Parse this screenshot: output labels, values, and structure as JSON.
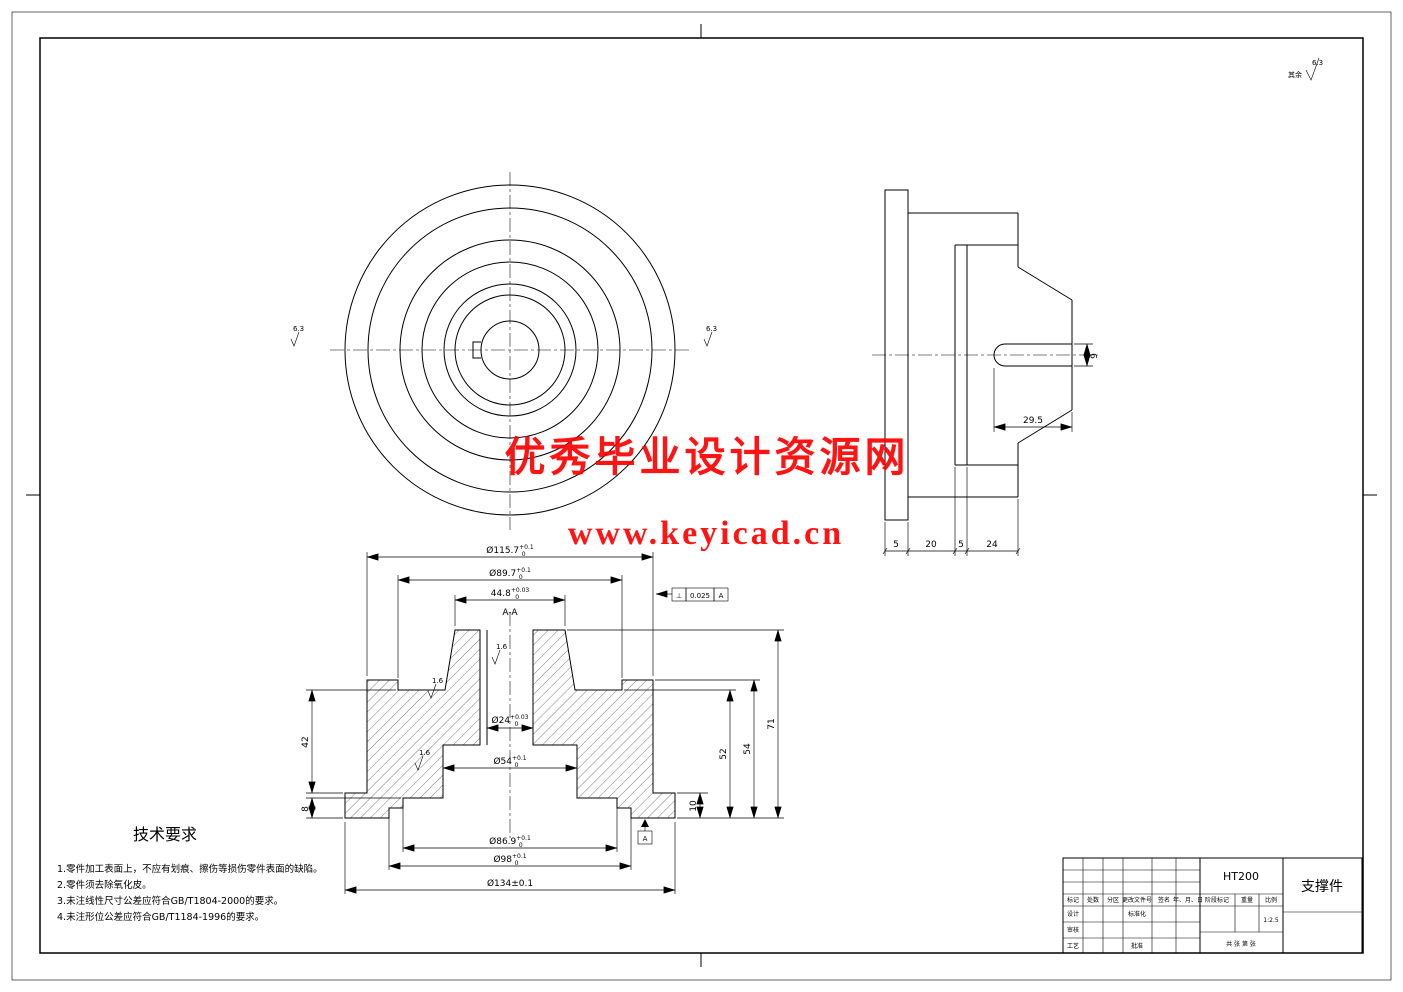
{
  "watermark": {
    "line1": "优秀毕业设计资源网",
    "line2": "www.keyicad.cn",
    "color": "#ff0000"
  },
  "surface_note": {
    "rest_label": "其余",
    "value": "6.3"
  },
  "front_view": {
    "axis_finish": "6.3"
  },
  "side_view": {
    "dims": {
      "seg1": "5",
      "seg2": "20",
      "seg3": "5",
      "seg4": "24",
      "slot_length": "29.5",
      "slot_width": "9"
    }
  },
  "section_view": {
    "label": "A-A",
    "gdt": {
      "symbol": "⊥",
      "tolerance": "0.025",
      "datum": "A"
    },
    "datum_label": "A",
    "finish_value": "1.6",
    "dims": {
      "d1157": {
        "main": "Ø115.7",
        "sup": "+0.1",
        "sub": "0"
      },
      "d897": {
        "main": "Ø89.7",
        "sup": "+0.1",
        "sub": "0"
      },
      "d448": {
        "main": "44.8",
        "sup": "+0.03",
        "sub": "0"
      },
      "d24": {
        "main": "Ø24",
        "sup": "+0.03",
        "sub": "0"
      },
      "d54": {
        "main": "Ø54",
        "sup": "+0.1",
        "sub": "0"
      },
      "d869": {
        "main": "Ø86.9",
        "sup": "+0.1",
        "sub": "0"
      },
      "d98": {
        "main": "Ø98",
        "sup": "+0.1",
        "sub": "0"
      },
      "d134": {
        "main": "Ø134±0.1"
      },
      "v42": "42",
      "v8": "8",
      "v52": "52",
      "v54": "54",
      "v71": "71",
      "v10": "10"
    }
  },
  "tech_requirements": {
    "title": "技术要求",
    "items": [
      "1.零件加工表面上，不应有划痕、擦伤等损伤零件表面的缺陷。",
      "2.零件须去除氧化皮。",
      "3.未注线性尺寸公差应符合GB/T1804-2000的要求。",
      "4.未注形位公差应符合GB/T1184-1996的要求。"
    ]
  },
  "title_block": {
    "material": "HT200",
    "part_name": "支撑件",
    "rev_headers": [
      "标记",
      "处数",
      "分区",
      "更改文件号",
      "签名",
      "年、月、日"
    ],
    "roles": {
      "design": "设计",
      "check": "审核",
      "process": "工艺",
      "approve": "批准",
      "standardize": "标准化"
    },
    "stage_label": "阶段标记",
    "weight_label": "重量",
    "scale_label": "比例",
    "scale_value": "1:2.5",
    "sheet_info": "共 张 第 张"
  }
}
